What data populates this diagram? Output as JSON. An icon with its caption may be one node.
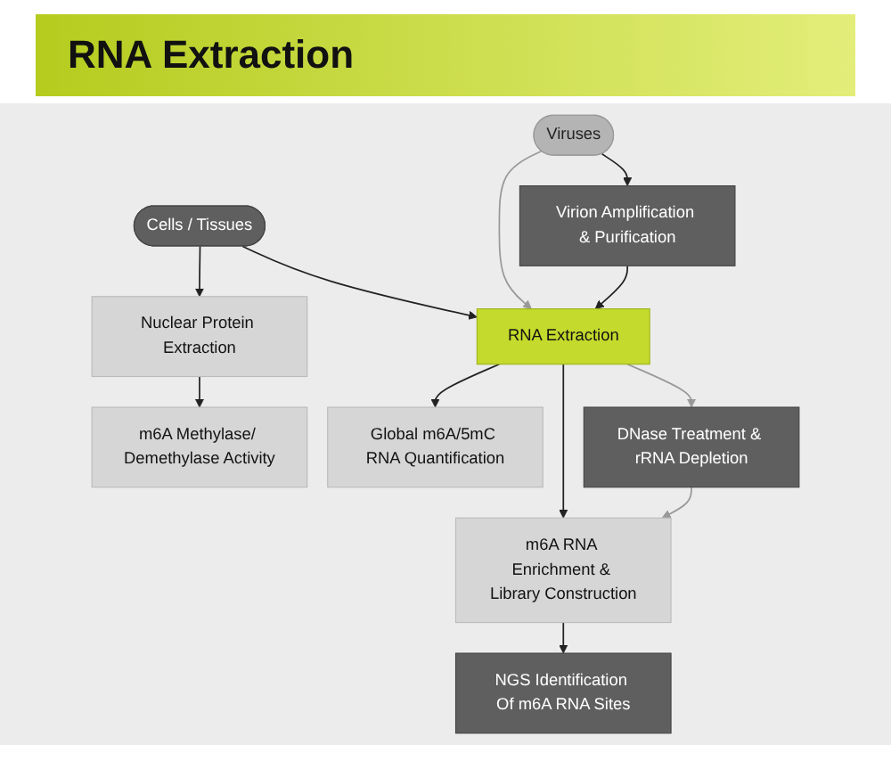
{
  "diagram": {
    "title": "RNA Extraction",
    "nodes": [
      {
        "text": [
          "Viruses"
        ]
      },
      {
        "text": [
          "Cells / Tissues"
        ]
      },
      {
        "text": [
          "Virion Amplification & Purification"
        ]
      },
      {
        "text": [
          "RNA Extraction"
        ]
      },
      {
        "text": [
          "Nuclear Protein Extraction"
        ]
      },
      {
        "text": [
          "DNase Treatment & rRNA Depletion"
        ]
      },
      {
        "text": [
          "m6A Methylase/ Demethylase Activity"
        ]
      },
      {
        "text": [
          "m6A RNA Enrichment & Library Construction"
        ]
      },
      {
        "text": [
          "Global m6A/5mC RNA Quantification"
        ]
      },
      {
        "text": [
          "NGS Identification Of m6A RNA Sites"
        ]
      }
    ],
    "edges": [
      {
        "from": 0,
        "to": 2,
        "arrow": "to"
      },
      {
        "from": 0,
        "to": 3,
        "arrow": "to",
        "color": "#999999"
      },
      {
        "from": 1,
        "to": 3,
        "arrow": "to"
      },
      {
        "from": 1,
        "to": 4,
        "arrow": "to"
      },
      {
        "from": 2,
        "to": 3,
        "arrow": "to"
      },
      {
        "from": 3,
        "to": 5,
        "arrow": "to",
        "color": "#999999"
      },
      {
        "from": 5,
        "to": 7,
        "arrow": "to",
        "color": "#999999"
      },
      {
        "from": 3,
        "to": 7,
        "arrow": "to"
      },
      {
        "from": 3,
        "to": 8,
        "arrow": "to"
      },
      {
        "from": 4,
        "to": 6,
        "arrow": "to"
      },
      {
        "from": 7,
        "to": 9,
        "arrow": "to"
      }
    ]
  }
}
